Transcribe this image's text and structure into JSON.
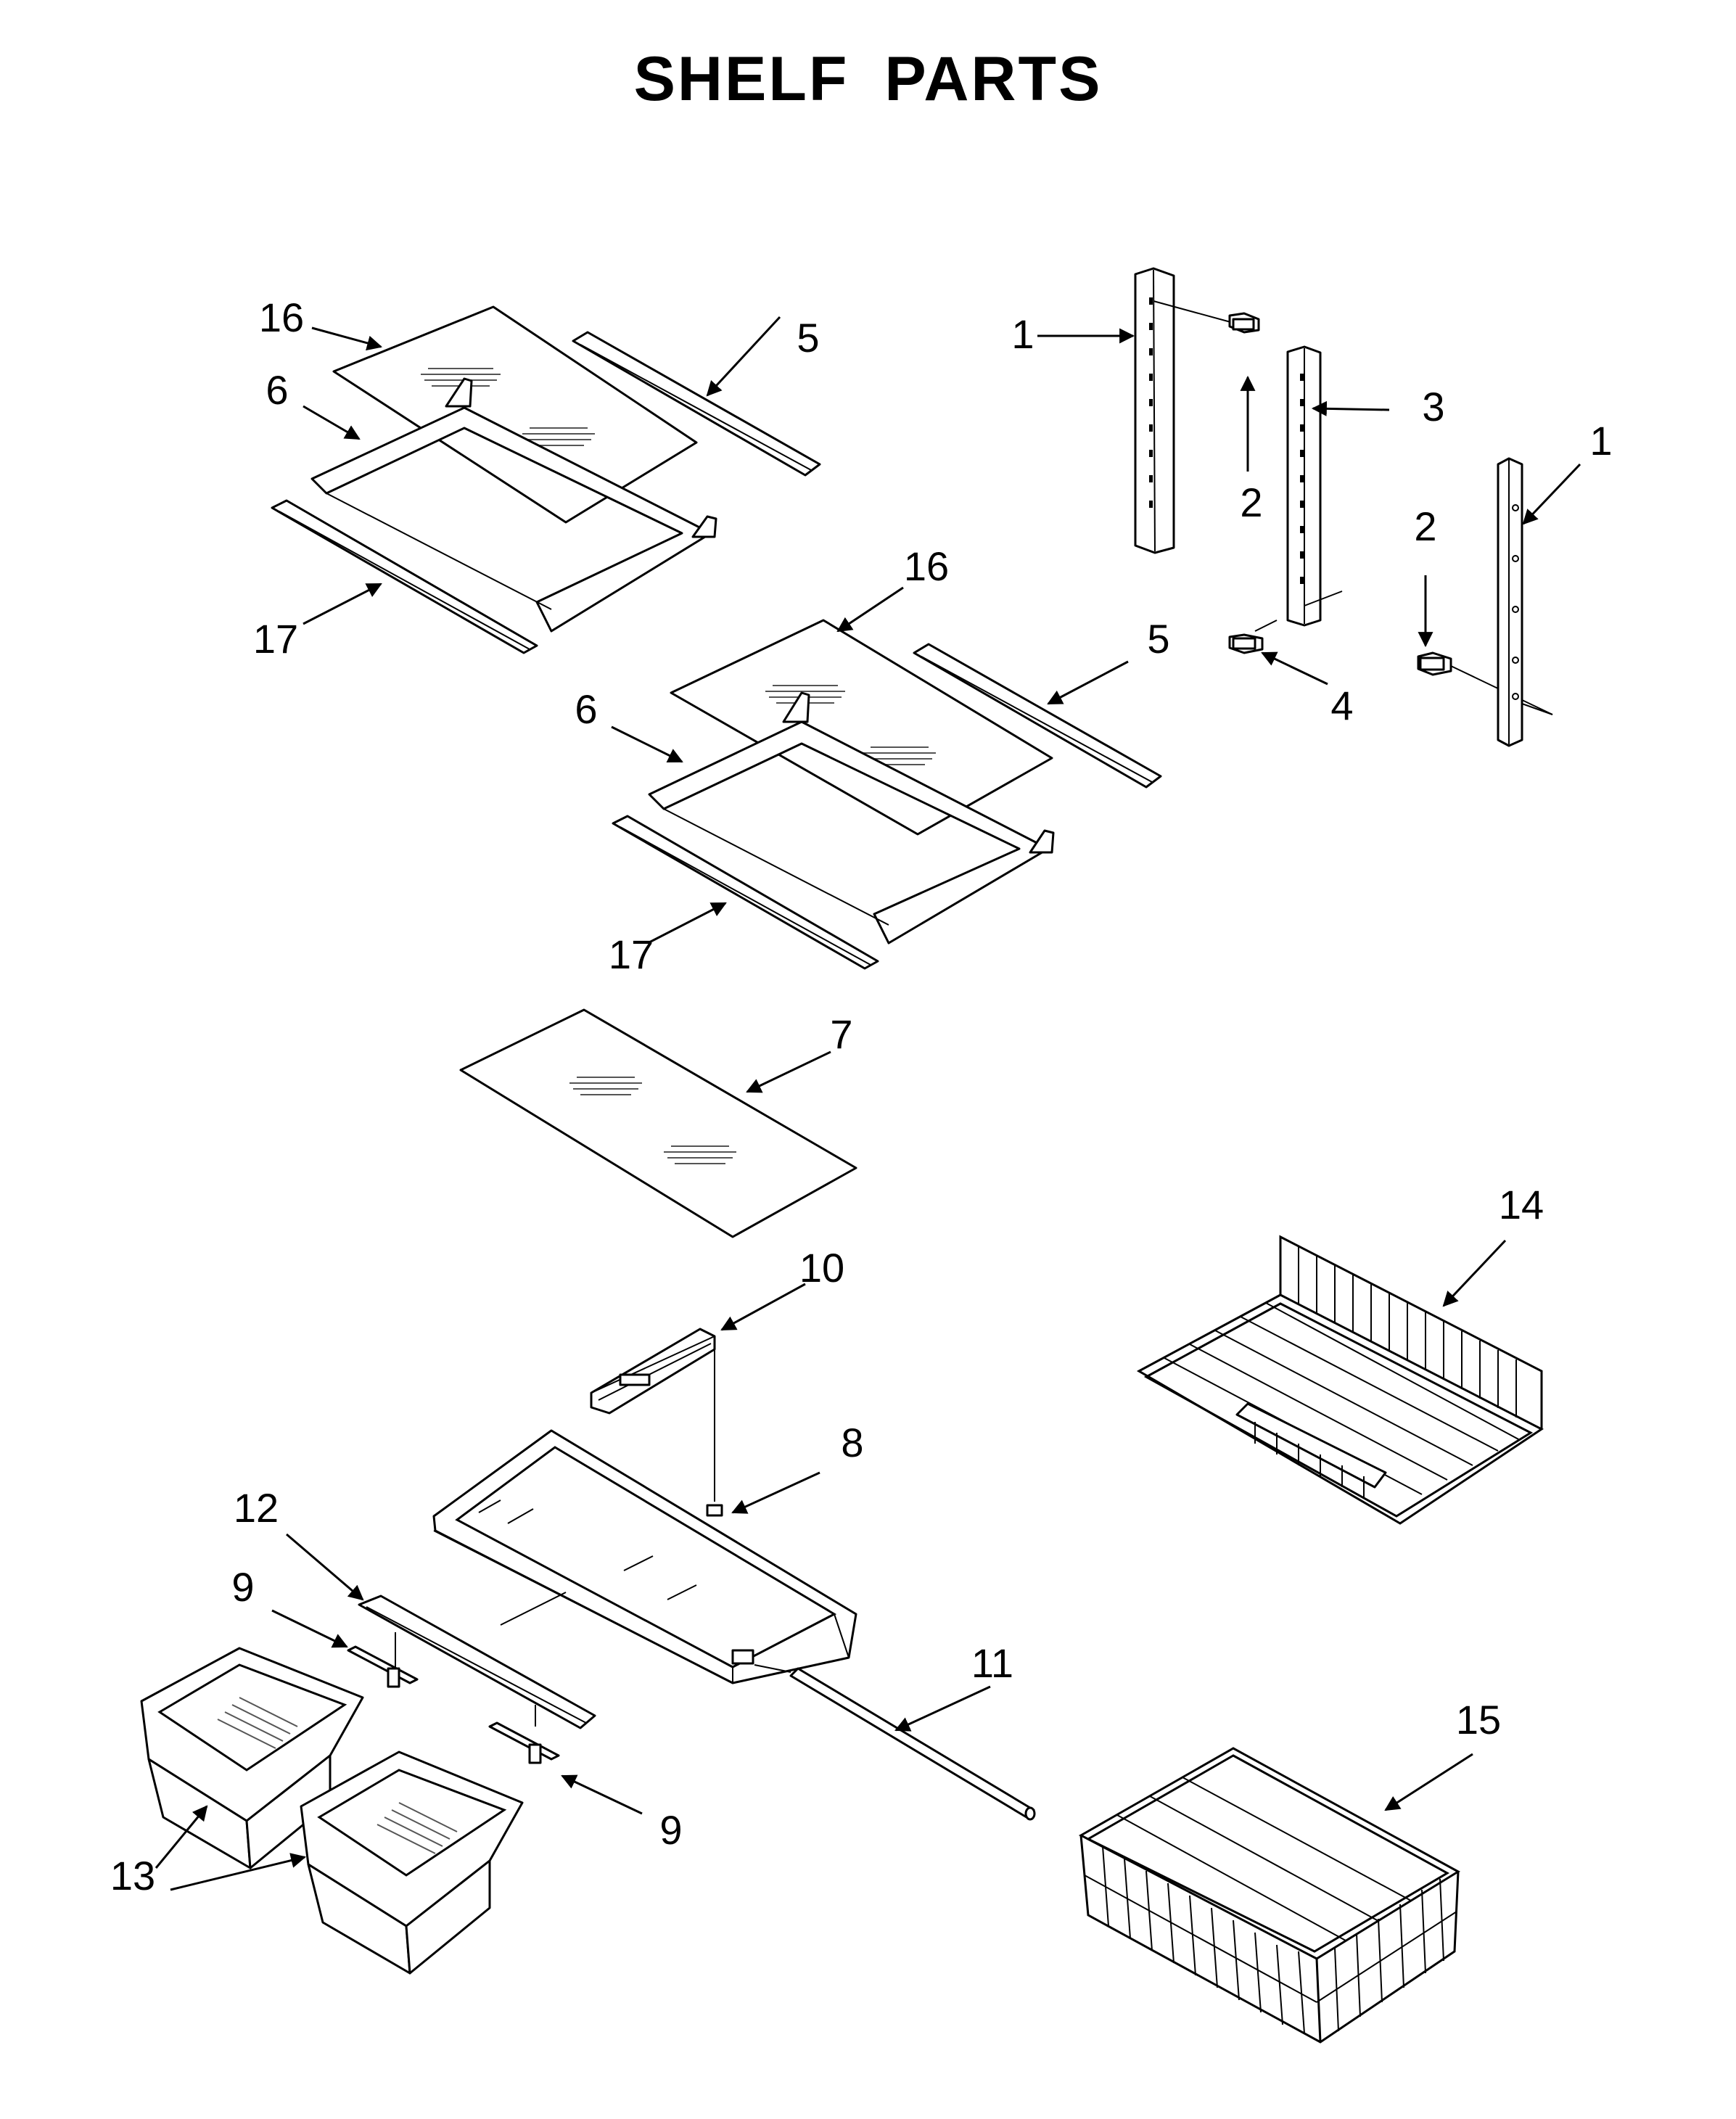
{
  "title": "SHELF PARTS",
  "callouts": {
    "c1a": "1",
    "c1b": "1",
    "c2a": "2",
    "c2b": "2",
    "c3": "3",
    "c4": "4",
    "c5a": "5",
    "c5b": "5",
    "c6a": "6",
    "c6b": "6",
    "c7": "7",
    "c8": "8",
    "c9a": "9",
    "c9b": "9",
    "c10": "10",
    "c11": "11",
    "c12": "12",
    "c13": "13",
    "c14": "14",
    "c15": "15",
    "c16a": "16",
    "c16b": "16",
    "c17a": "17",
    "c17b": "17"
  }
}
